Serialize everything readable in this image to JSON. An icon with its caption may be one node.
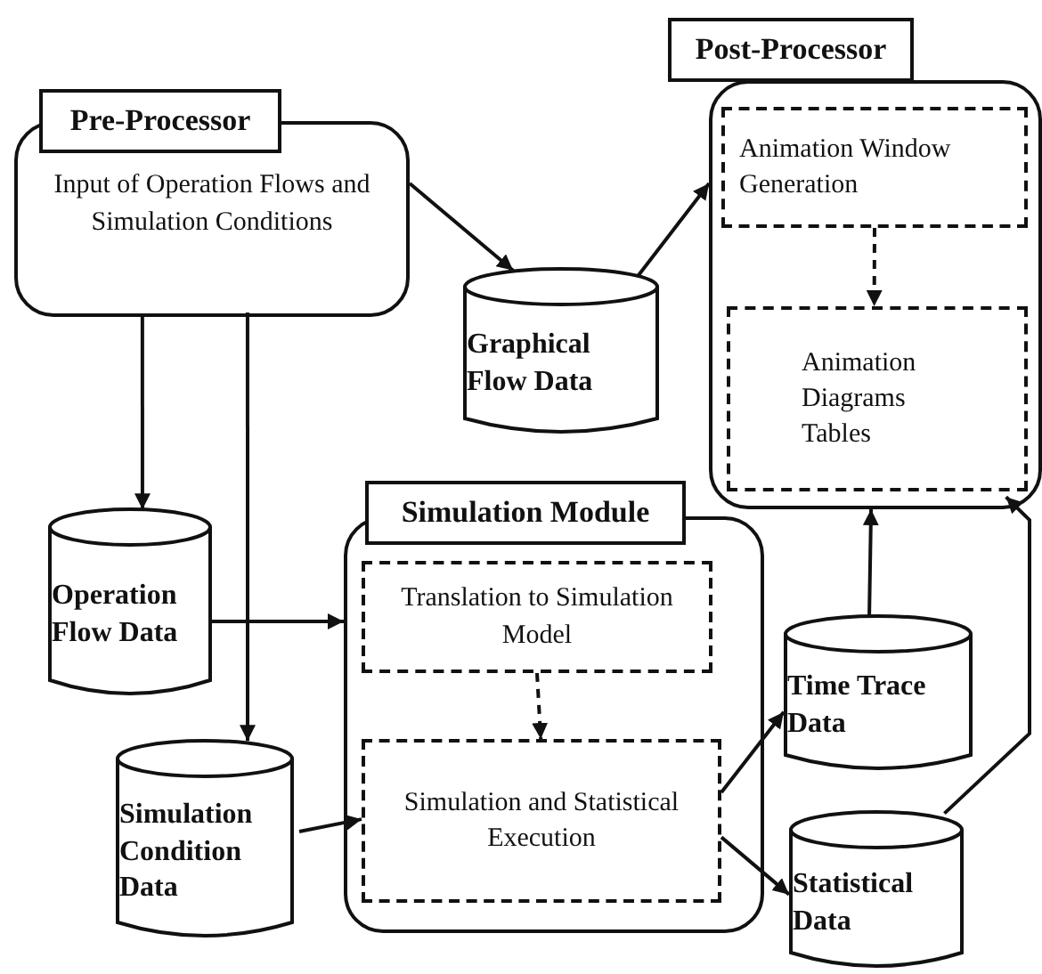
{
  "diagram": {
    "nodes": [
      {
        "text": [
          "Pre-Processor",
          "Input of Operation Flows and Simulation Conditions"
        ]
      },
      {
        "text": [
          "Graphical Flow Data"
        ]
      },
      {
        "text": [
          "Post-Processor"
        ]
      },
      {
        "text": [
          "Animation Window Generation"
        ],
        "in": 2
      },
      {
        "text": [
          "Animation Diagrams Tables"
        ],
        "in": 2
      },
      {
        "text": [
          "Operation Flow Data"
        ]
      },
      {
        "text": [
          "Simulation Module"
        ]
      },
      {
        "text": [
          "Translation to Simulation Model"
        ],
        "in": 6
      },
      {
        "text": [
          "Simulation and Statistical Execution"
        ],
        "in": 6
      },
      {
        "text": [
          "Simulation Condition Data"
        ]
      },
      {
        "text": [
          "Time Trace Data"
        ]
      },
      {
        "text": [
          "Statistical Data"
        ]
      }
    ],
    "edges": [
      {
        "from": 0,
        "to": 1,
        "arrow": "to"
      },
      {
        "from": 1,
        "to": 2,
        "arrow": "to"
      },
      {
        "from": 3,
        "to": 4,
        "arrow": "to",
        "style": "dashed"
      },
      {
        "from": 0,
        "to": 5,
        "arrow": "to"
      },
      {
        "from": 0,
        "to": 9,
        "arrow": "to"
      },
      {
        "from": 5,
        "to": 6,
        "arrow": "to"
      },
      {
        "from": 9,
        "to": 8,
        "arrow": "to"
      },
      {
        "from": 7,
        "to": 8,
        "arrow": "to",
        "style": "dashed"
      },
      {
        "from": 8,
        "to": 10,
        "arrow": "to"
      },
      {
        "from": 8,
        "to": 11,
        "arrow": "to"
      },
      {
        "from": 10,
        "to": 2,
        "arrow": "to"
      },
      {
        "from": 11,
        "to": 2,
        "arrow": "to"
      }
    ]
  }
}
